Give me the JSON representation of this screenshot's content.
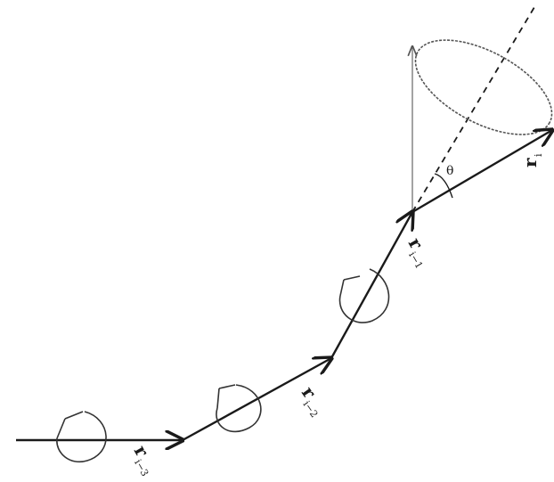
{
  "diagram": {
    "labels": {
      "r_i": {
        "base": "r",
        "sub": "i"
      },
      "r_i_minus_1": {
        "base": "r",
        "sub": "i−1"
      },
      "r_i_minus_2": {
        "base": "r",
        "sub": "i−2"
      },
      "r_i_minus_3": {
        "base": "r",
        "sub": "i−3"
      },
      "theta": "θ"
    }
  }
}
